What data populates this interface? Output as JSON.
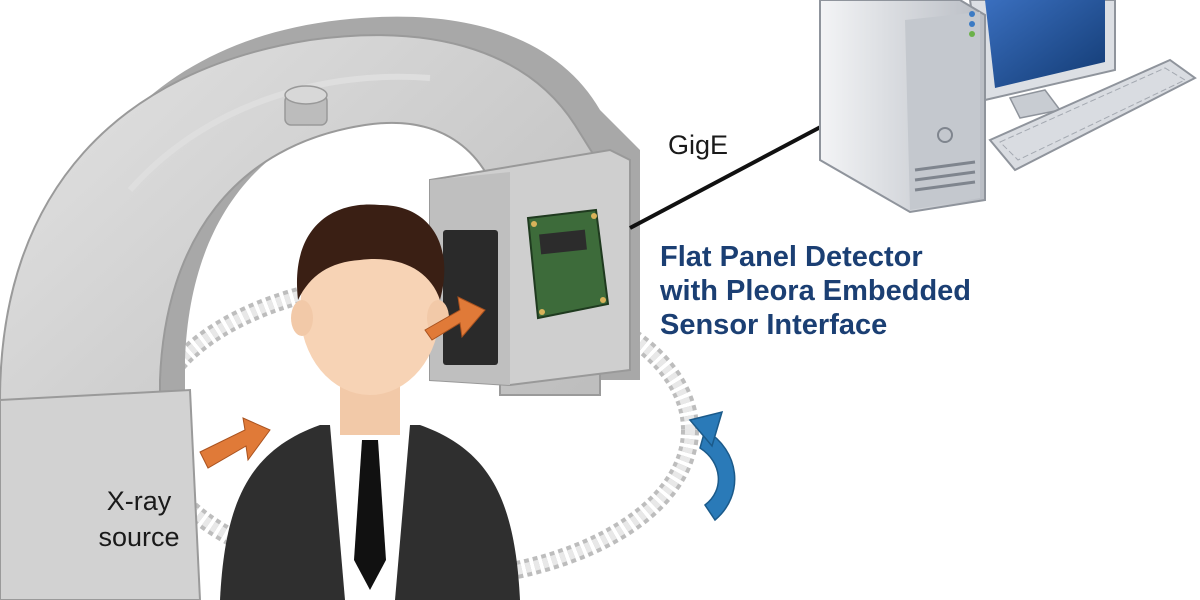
{
  "labels": {
    "connection": "GigE",
    "source_line1": "X-ray",
    "source_line2": "source",
    "detector_line1": "Flat Panel Detector",
    "detector_line2": "with Pleora Embedded",
    "detector_line3": "Sensor Interface"
  },
  "colors": {
    "gantry": "#c9c9c9",
    "gantry_shadow": "#a9a9a9",
    "arrow": "#e07a38",
    "rotation_arrow": "#2a7ab8",
    "heading_text": "#1b3f73",
    "circuit_board": "#3d6b3a",
    "computer_case": "#d4d7dc",
    "monitor_screen": "#1f4a8a"
  },
  "icons": [
    "gantry-illustration",
    "person-illustration",
    "computer-illustration",
    "circuit-board-icon",
    "rotation-arrow-icon",
    "xray-beam-arrow"
  ]
}
